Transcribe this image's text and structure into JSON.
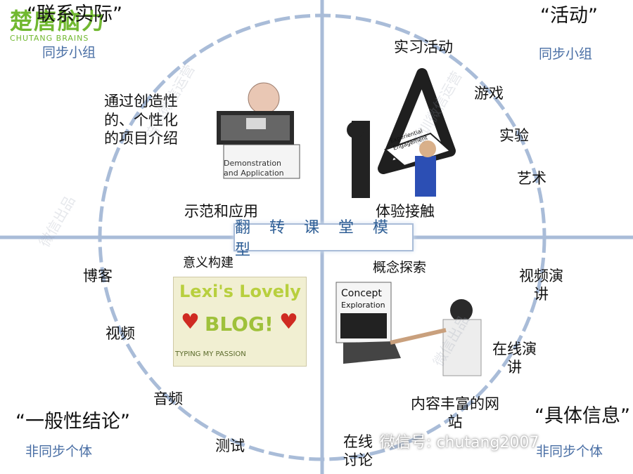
{
  "brand": {
    "logo_cn": "楚唐脑力",
    "logo_en": "CHUTANG BRAINS"
  },
  "center_label": "翻 转 课 堂 模 型",
  "quadrants": {
    "top_left": {
      "title": "“联系实际”",
      "sub": "同步小组",
      "desc": "通过创造性\n的、个性化\n的项目介绍",
      "image_text_1": "Demonstration",
      "image_text_2": "and Application",
      "label": "示范和应用"
    },
    "top_right": {
      "title": "“活动”",
      "sub": "同步小组",
      "image_text_1": "Experiential",
      "image_text_2": "Engagement",
      "label": "体验接触",
      "items": [
        "实习活动",
        "游戏",
        "实验",
        "艺术"
      ]
    },
    "bottom_left": {
      "title": "“一般性结论”",
      "sub": "非同步个体",
      "label": "意义构建",
      "items": [
        "博客",
        "视频",
        "音频",
        "测试"
      ],
      "blog_line1": "Lexi's Lovely",
      "blog_line2": "BLOG!",
      "blog_line3": "TYPING MY PASSION"
    },
    "bottom_right": {
      "title": "“具体信息”",
      "sub": "非同步个体",
      "label": "概念探索",
      "image_text_1": "Concept",
      "image_text_2": "Exploration",
      "items": [
        "视频演\n讲",
        "在线演\n讲",
        "内容丰富的网\n站",
        "在线\n讨论"
      ]
    }
  },
  "watermark": {
    "wechat": "微信号: chutang2007",
    "faint_1": "培训微信运营",
    "faint_2": "微信出品"
  },
  "colors": {
    "ring": "#a9bcd8",
    "axis": "#a9bcd8",
    "accent_blue": "#2f5f96",
    "logo_green": "#71b830"
  }
}
